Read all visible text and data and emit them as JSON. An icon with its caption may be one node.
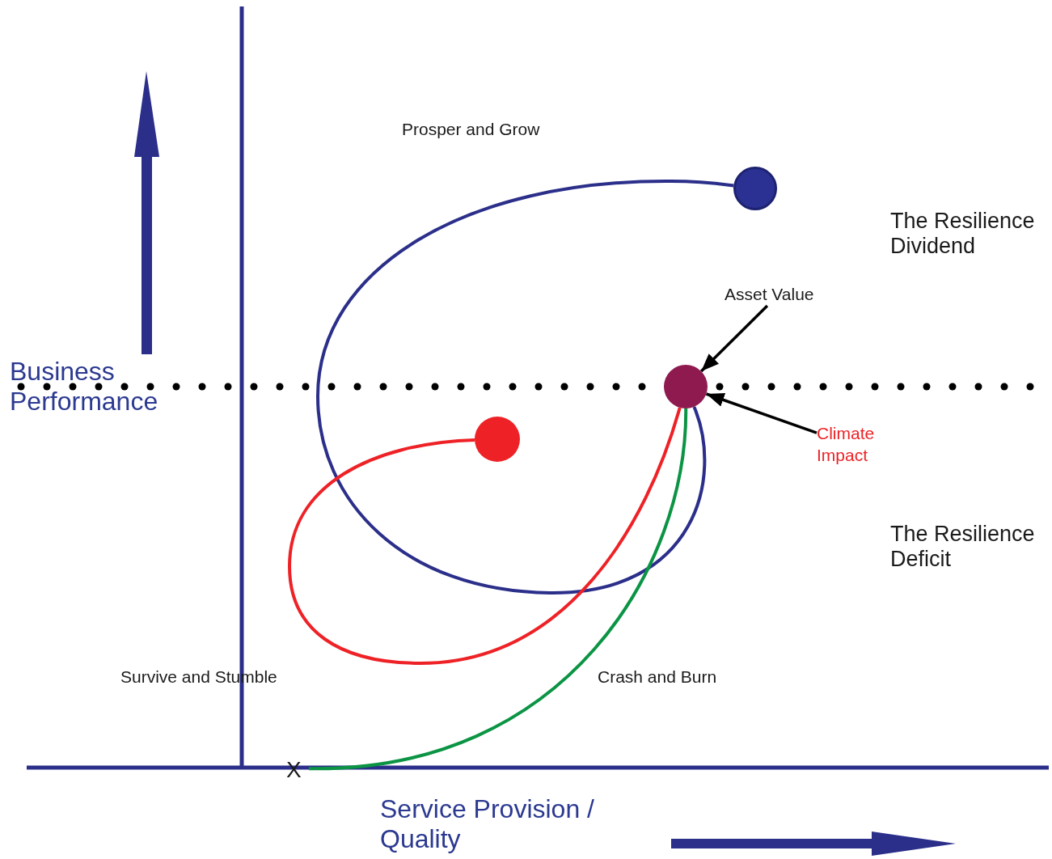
{
  "diagram": {
    "nodes": [
      {
        "text": [
          "Asset Value"
        ]
      },
      {
        "text": [
          "Climate Impact"
        ]
      },
      {
        "text": [],
        "shape": "circle"
      },
      {
        "text": [],
        "shape": "circle"
      },
      {
        "text": [],
        "shape": "circle"
      },
      {
        "text": [
          "X"
        ]
      }
    ],
    "edges": [
      {
        "from": 0,
        "to": 2,
        "arrow": "to"
      },
      {
        "from": 1,
        "to": 2,
        "arrow": "to"
      },
      {
        "from": 2,
        "to": 3,
        "arrow": "none",
        "color": "#2b2f8a"
      },
      {
        "from": 2,
        "to": 4,
        "arrow": "none",
        "color": "#ee2226"
      },
      {
        "from": 2,
        "to": 5,
        "arrow": "none",
        "color": "#0b9444"
      }
    ],
    "labels": [
      "Prosper and Grow",
      "The Resilience Dividend",
      "Business Performance",
      "The Resilience Deficit",
      "Survive and Stumble",
      "Crash and Burn",
      "Service Provision / Quality"
    ]
  }
}
